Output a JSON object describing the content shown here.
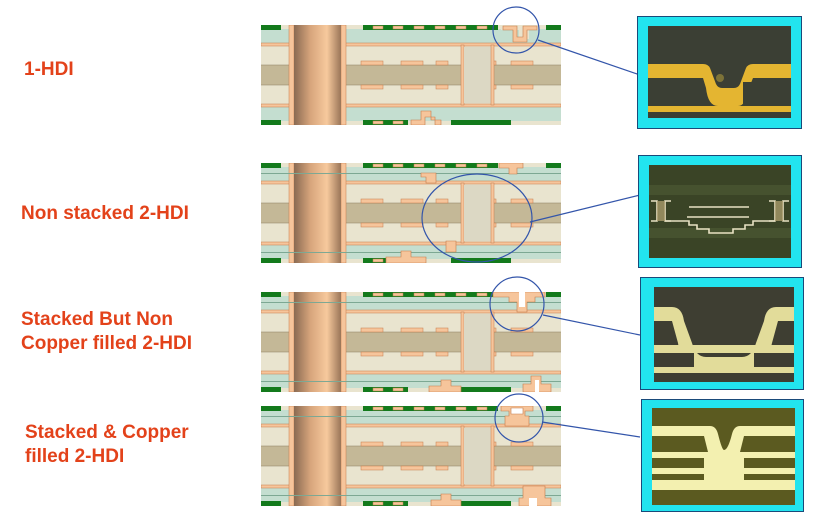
{
  "rows": [
    {
      "label_lines": [
        "1-HDI"
      ],
      "label_left": 24,
      "label_top": 58
    },
    {
      "label_lines": [
        "Non stacked 2-HDI"
      ],
      "label_left": 21,
      "label_top": 202
    },
    {
      "label_lines": [
        "Stacked But Non",
        "Copper filled 2-HDI"
      ],
      "label_left": 21,
      "label_top": 308
    },
    {
      "label_lines": [
        "Stacked & Copper",
        "filled 2-HDI"
      ],
      "label_left": 25,
      "label_top": 421
    }
  ],
  "colors": {
    "label": "#e3421a",
    "solder_mask": "#137a1c",
    "copper": "#f6c59b",
    "copper_edge": "#c47a4a",
    "prepreg": "#c4ded0",
    "core_light": "#e9e4cf",
    "core_dark": "#c4b897",
    "callout_line": "#3355aa",
    "photo_frame": "#22e4ef"
  }
}
